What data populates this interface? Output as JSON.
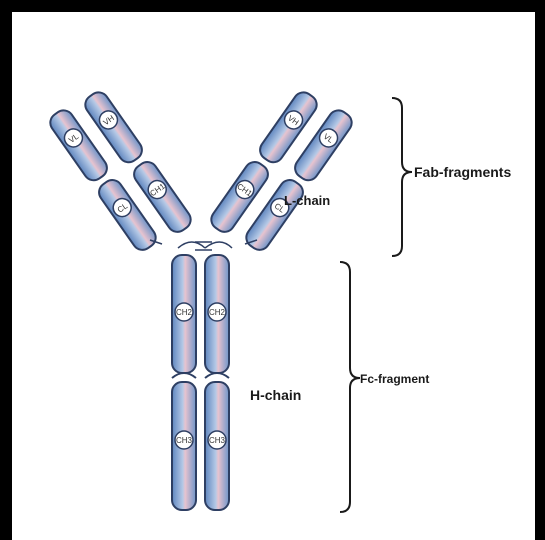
{
  "diagram": {
    "labels": {
      "fab": "Fab-fragments",
      "lchain": "L-chain",
      "fc": "Fc-fragment",
      "hchain": "H-chain"
    },
    "domains": {
      "vh": "VH",
      "vl": "VL",
      "ch1": "CH1",
      "cl": "CL",
      "ch2": "CH2",
      "ch3": "CH3"
    },
    "colors": {
      "chain_blue": "#6f95c9",
      "chain_pink": "#e7c3cf",
      "outline": "#2e3f63",
      "frame": "#000000"
    }
  }
}
